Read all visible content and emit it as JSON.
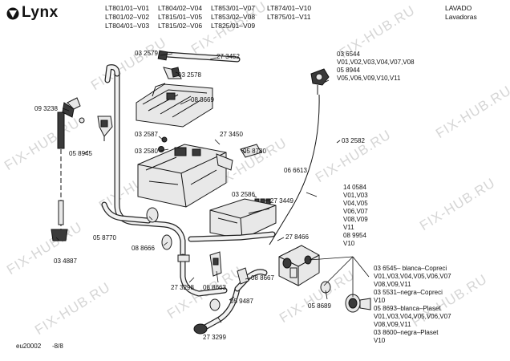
{
  "header": {
    "brand": "Lynx",
    "models": [
      [
        "LT801/01–V01",
        "LT804/02–V04",
        "LT853/01–V07",
        "LT874/01–V10"
      ],
      [
        "LT801/02–V02",
        "LT815/01–V05",
        "LT853/02–V08",
        "LT875/01–V11"
      ],
      [
        "LT804/01–V03",
        "LT815/02–V06",
        "LT825/01–V09",
        ""
      ]
    ],
    "category": "LAVADO",
    "subcategory": "Lavadoras"
  },
  "watermark": "FIX-HUB.RU",
  "parts": {
    "p032579": "03 2579",
    "p273452": "27 3452",
    "p032578": "03 2578",
    "p088669": "08 8669",
    "p093238": "09 3238",
    "p058945": "05 8945",
    "p032587": "03 2587",
    "p273450": "27 3450",
    "p032580": "03 2580",
    "p058780": "05 8780",
    "p036544": "03 6544",
    "p036544v1": "V01,V02,V03,V04,V07,V08",
    "p058944": "05 8944",
    "p058944v": "V05,V06,V09,V10,V11",
    "p032582": "03 2582",
    "p066613": "06 6613",
    "p032586": "03 2586",
    "p273449": "27 3449",
    "p140584": "14 0584",
    "p140584v": [
      "V01,V03",
      "V04,V05",
      "V06,V07",
      "V08,V09",
      "V11"
    ],
    "p089954": "08 9954",
    "p089954v": "V10",
    "p278466": "27 8466",
    "p058770": "05 8770",
    "p088666": "08 8666",
    "p034887": "03 4887",
    "p273298": "27 3298",
    "p088663": "08 8663",
    "p088667": "08 8667",
    "p059487": "05 9487",
    "p058689": "05 8689",
    "p273299": "27 3299",
    "valves": [
      "03  6545– blanca–Copreci",
      "V01,V03,V04,V05,V06,V07",
      "V08,V09,V11",
      "03  5531–negra–Copreci",
      "V10",
      "05 8693–blanca–Plaset",
      "V01,V03,V04,V05,V06,V07",
      "V08,V09,V11",
      "03 8600–negra–Plaset",
      "V10"
    ]
  },
  "footer": {
    "code": "eu20002",
    "page": "-8/8"
  }
}
